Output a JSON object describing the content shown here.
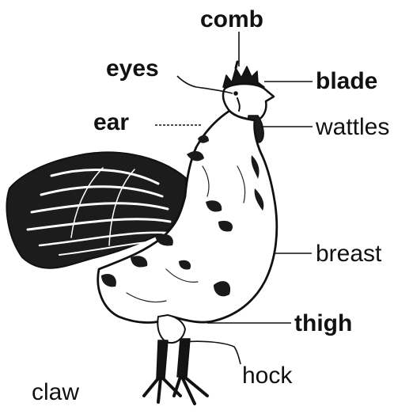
{
  "diagram": {
    "labels": {
      "comb": "comb",
      "eyes": "eyes",
      "ear": "ear",
      "blade": "blade",
      "wattles": "wattles",
      "breast": "breast",
      "thigh": "thigh",
      "hock": "hock",
      "claw": "claw"
    },
    "colors": {
      "ink": "#111111",
      "background": "#ffffff"
    }
  }
}
